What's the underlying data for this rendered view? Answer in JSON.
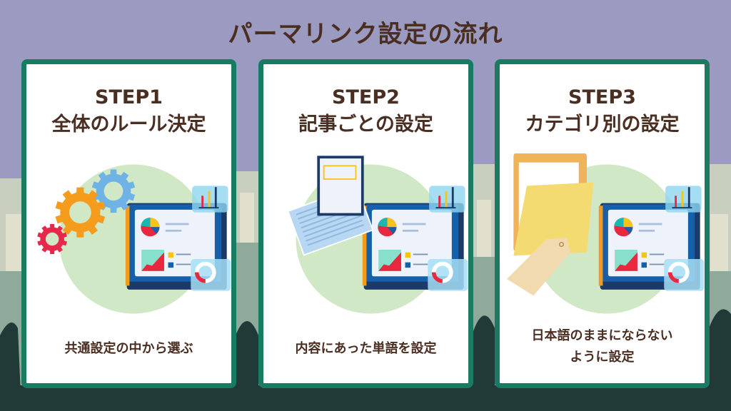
{
  "title": "パーマリンク設定の流れ",
  "colors": {
    "accent": "#1a7a62",
    "text": "#4a2e22",
    "sky": "#9b9bc1",
    "ground": "#213a38"
  },
  "steps": [
    {
      "step": "STEP1",
      "heading": "全体のルール決定",
      "desc": [
        "共通設定の中から選ぶ"
      ],
      "icon": "gears-icon"
    },
    {
      "step": "STEP2",
      "heading": "記事ごとの設定",
      "desc": [
        "内容にあった単語を設定"
      ],
      "icon": "document-icon"
    },
    {
      "step": "STEP3",
      "heading": "カテゴリ別の設定",
      "desc": [
        "日本語のままにならない",
        "ように設定"
      ],
      "icon": "folder-tag-icon"
    }
  ]
}
